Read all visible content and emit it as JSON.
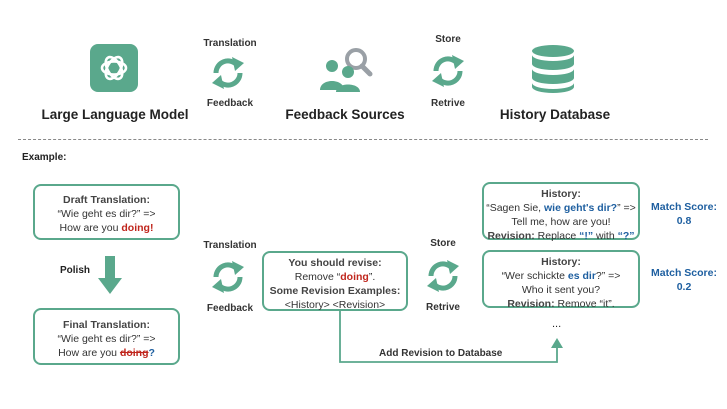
{
  "top": {
    "llm_label": "Large Language Model",
    "cycle1_top": "Translation",
    "cycle1_bottom": "Feedback",
    "feedback_label": "Feedback Sources",
    "cycle2_top": "Store",
    "cycle2_bottom": "Retrive",
    "history_label": "History Database"
  },
  "example_label": "Example:",
  "draft": {
    "title": "Draft Translation:",
    "source": "“Wie geht es dir?” =>",
    "text_prefix": "How are you ",
    "highlight": "doing",
    "suffix": "!"
  },
  "polish_label": "Polish",
  "final": {
    "title": "Final Translation:",
    "source": "“Wie geht es dir?” =>",
    "text_prefix": "How are you ",
    "strike": "doing",
    "suffix": "?"
  },
  "mid_cycle": {
    "top": "Translation",
    "bottom": "Feedback"
  },
  "revise": {
    "title": "You should revise:",
    "remove_prefix": "Remove “",
    "remove_word": "doing",
    "remove_suffix": "”.",
    "examples_title": "Some Revision Examples:",
    "examples_text": "<History> <Revision>"
  },
  "right_cycle": {
    "top": "Store",
    "bottom": "Retrive"
  },
  "history1": {
    "title": "History:",
    "line1_prefix": "“Sagen Sie, ",
    "line1_highlight": "wie geht's dir?",
    "line1_suffix": "” =>",
    "line2": "Tell me, how are you!",
    "rev_label": "Revision:",
    "rev_text1": " Replace ",
    "rev_q1": "“!”",
    "rev_text2": " with ",
    "rev_q2": "“?”",
    "score_label": "Match Score:",
    "score_value": "0.8"
  },
  "history2": {
    "title": "History:",
    "line1_prefix": "“Wer schickte ",
    "line1_highlight": "es dir",
    "line1_suffix": "?” =>",
    "line2": "Who it sent you?",
    "rev_label": "Revision:",
    "rev_text": "  Remove “it”.",
    "score_label": "Match Score:",
    "score_value": "0.2"
  },
  "ellipsis": "...",
  "add_revision_label": "Add Revision to Database",
  "colors": {
    "green": "#5aa88c",
    "red": "#c0261d",
    "blue": "#1e5fa0",
    "gray_icon": "#9aa0a6"
  }
}
